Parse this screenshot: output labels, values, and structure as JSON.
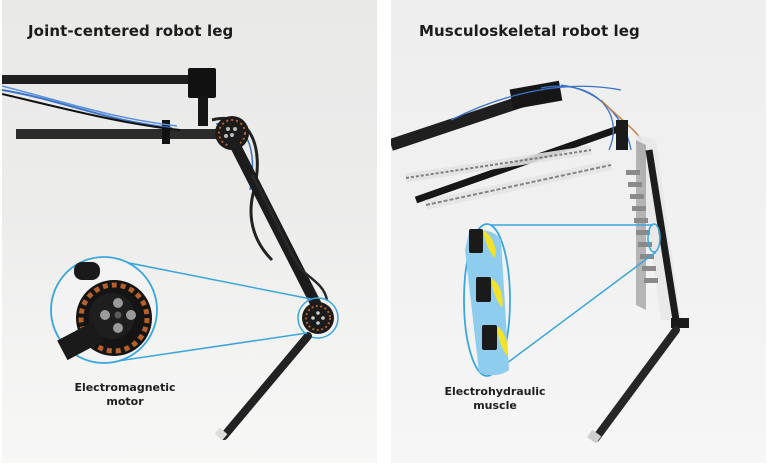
{
  "panels": [
    {
      "id": "left",
      "title": "Joint-centered robot leg",
      "callout": {
        "line1": "Electromagnetic",
        "line2": "motor"
      }
    },
    {
      "id": "right",
      "title": "Musculoskeletal robot leg",
      "callout": {
        "line1": "Electrohydraulic",
        "line2": "muscle"
      }
    }
  ],
  "colors": {
    "callout_line": "#3aa6dc",
    "muscle_fluid": "#8fcdef",
    "muscle_electrode": "#1a1a1a",
    "muscle_yellow": "#f2e22a",
    "carbon_rod": "#222222",
    "cable_blue": "#3b73c8",
    "motor_copper": "#b5602a"
  }
}
